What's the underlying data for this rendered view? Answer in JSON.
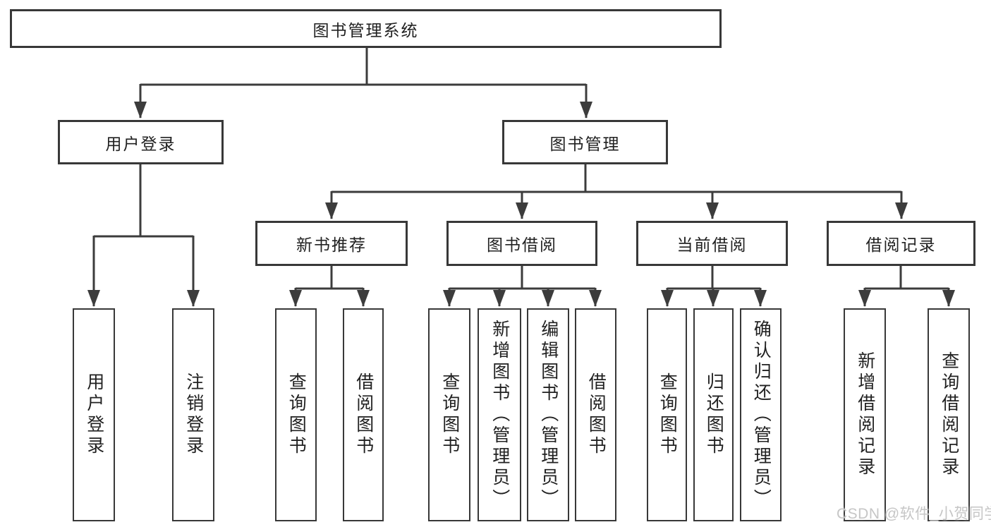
{
  "title": "图书管理系统",
  "level2": [
    {
      "label": "用户登录",
      "children": [
        "用户登录",
        "注销登录"
      ]
    },
    {
      "label": "图书管理"
    }
  ],
  "level3": [
    {
      "label": "新书推荐",
      "children": [
        "查询图书",
        "借阅图书"
      ]
    },
    {
      "label": "图书借阅",
      "children": [
        "查询图书",
        "新增图书（管理员）",
        "编辑图书（管理员）",
        "借阅图书"
      ]
    },
    {
      "label": "当前借阅",
      "children": [
        "查询图书",
        "归还图书",
        "确认归还（管理员）"
      ]
    },
    {
      "label": "借阅记录",
      "children": [
        "新增借阅记录",
        "查询借阅记录"
      ]
    }
  ],
  "watermark": "CSDN @软件_小贺同学",
  "colors": {
    "line": "#3c3c3c",
    "box_border": "#383838",
    "text": "#212121",
    "watermark": "#c6c6c6",
    "background": "#ffffff"
  }
}
